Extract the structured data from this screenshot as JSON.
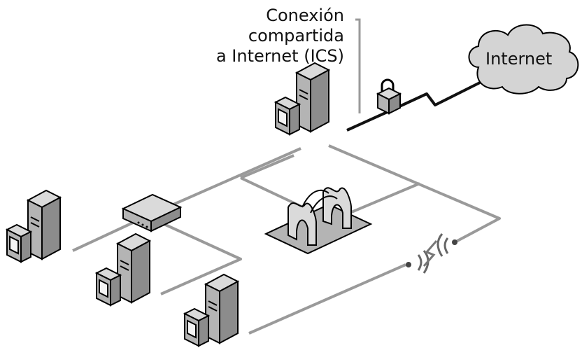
{
  "ics_label": {
    "line1": "Conexión",
    "line2": "compartida",
    "line3": "a Internet (ICS)"
  },
  "internet_label": "Internet",
  "colors": {
    "cable": "#9a9a9a",
    "link": "#111111",
    "device_dark": "#8c8c8c",
    "device_mid": "#b4b4b4",
    "device_light": "#dadada",
    "cloud_fill": "#d4d4d4"
  },
  "icons": [
    "ics-server-icon",
    "lock-icon",
    "internet-cloud-icon",
    "hub-icon",
    "bridge-icon",
    "wireless-signal-icon",
    "computer-icon"
  ]
}
